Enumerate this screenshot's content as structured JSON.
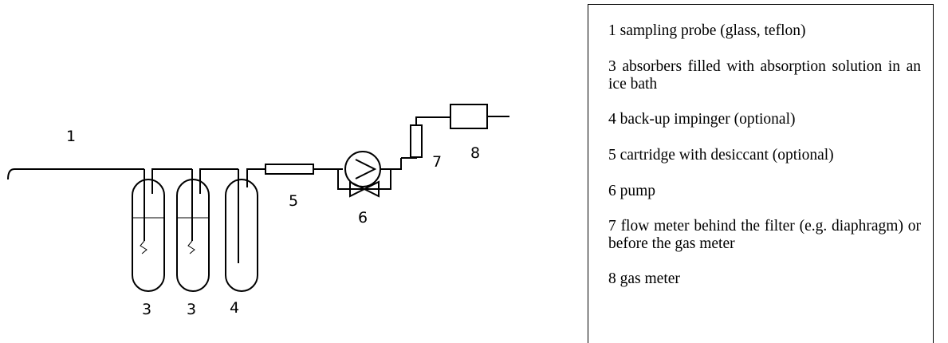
{
  "diagram": {
    "labels": {
      "probe": "1",
      "absorber_a": "3",
      "absorber_b": "3",
      "backup_impinger": "4",
      "cartridge": "5",
      "pump": "6",
      "flow_meter": "7",
      "gas_meter": "8"
    }
  },
  "legend": {
    "items": [
      "1 sampling probe (glass, teflon)",
      "3 absorbers filled with absorption solution in an ice bath",
      "4 back-up impinger (optional)",
      "5 cartridge with desiccant (optional)",
      "6 pump",
      "7 flow meter behind the filter (e.g. diaphragm) or before the gas meter",
      "8 gas meter"
    ]
  }
}
